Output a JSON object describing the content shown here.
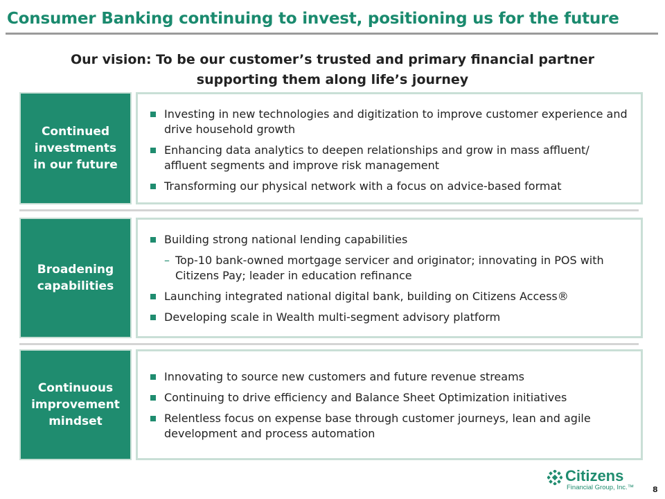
{
  "title": "Consumer Banking continuing to invest, positioning us for the future",
  "vision": {
    "line1": "Our vision: To be our customer’s trusted and primary financial partner",
    "line2": "supporting them along life’s journey"
  },
  "sections": [
    {
      "label": "Continued investments in our future",
      "items": [
        "Investing in new technologies and digitization to improve customer experience and drive household growth",
        "Enhancing data analytics to deepen relationships and grow in mass affluent/ affluent segments and improve risk management",
        "Transforming our physical network with a focus on advice-based format"
      ]
    },
    {
      "label": "Broadening capabilities",
      "items": [
        "Building strong national lending capabilities",
        "Launching integrated national digital bank, building on Citizens Access®",
        "Developing scale in Wealth multi-segment advisory platform"
      ],
      "subitem": "Top-10 bank-owned mortgage servicer and originator; innovating in POS with Citizens Pay; leader in education refinance"
    },
    {
      "label": "Continuous improvement mindset",
      "items": [
        "Innovating to source new customers and future revenue streams",
        "Continuing to drive efficiency and Balance Sheet Optimization initiatives",
        "Relentless focus on expense base through customer journeys, lean and agile development and process automation"
      ]
    }
  ],
  "logo": {
    "name": "Citizens",
    "subtitle": "Financial Group, Inc.™",
    "icon": "citizens-logo-icon"
  },
  "page_number": "8",
  "colors": {
    "title": "#1a8a6e",
    "label_bg": "#1f8c6f",
    "box_border": "#c9dfd6",
    "rule": "#9a9a9a"
  }
}
